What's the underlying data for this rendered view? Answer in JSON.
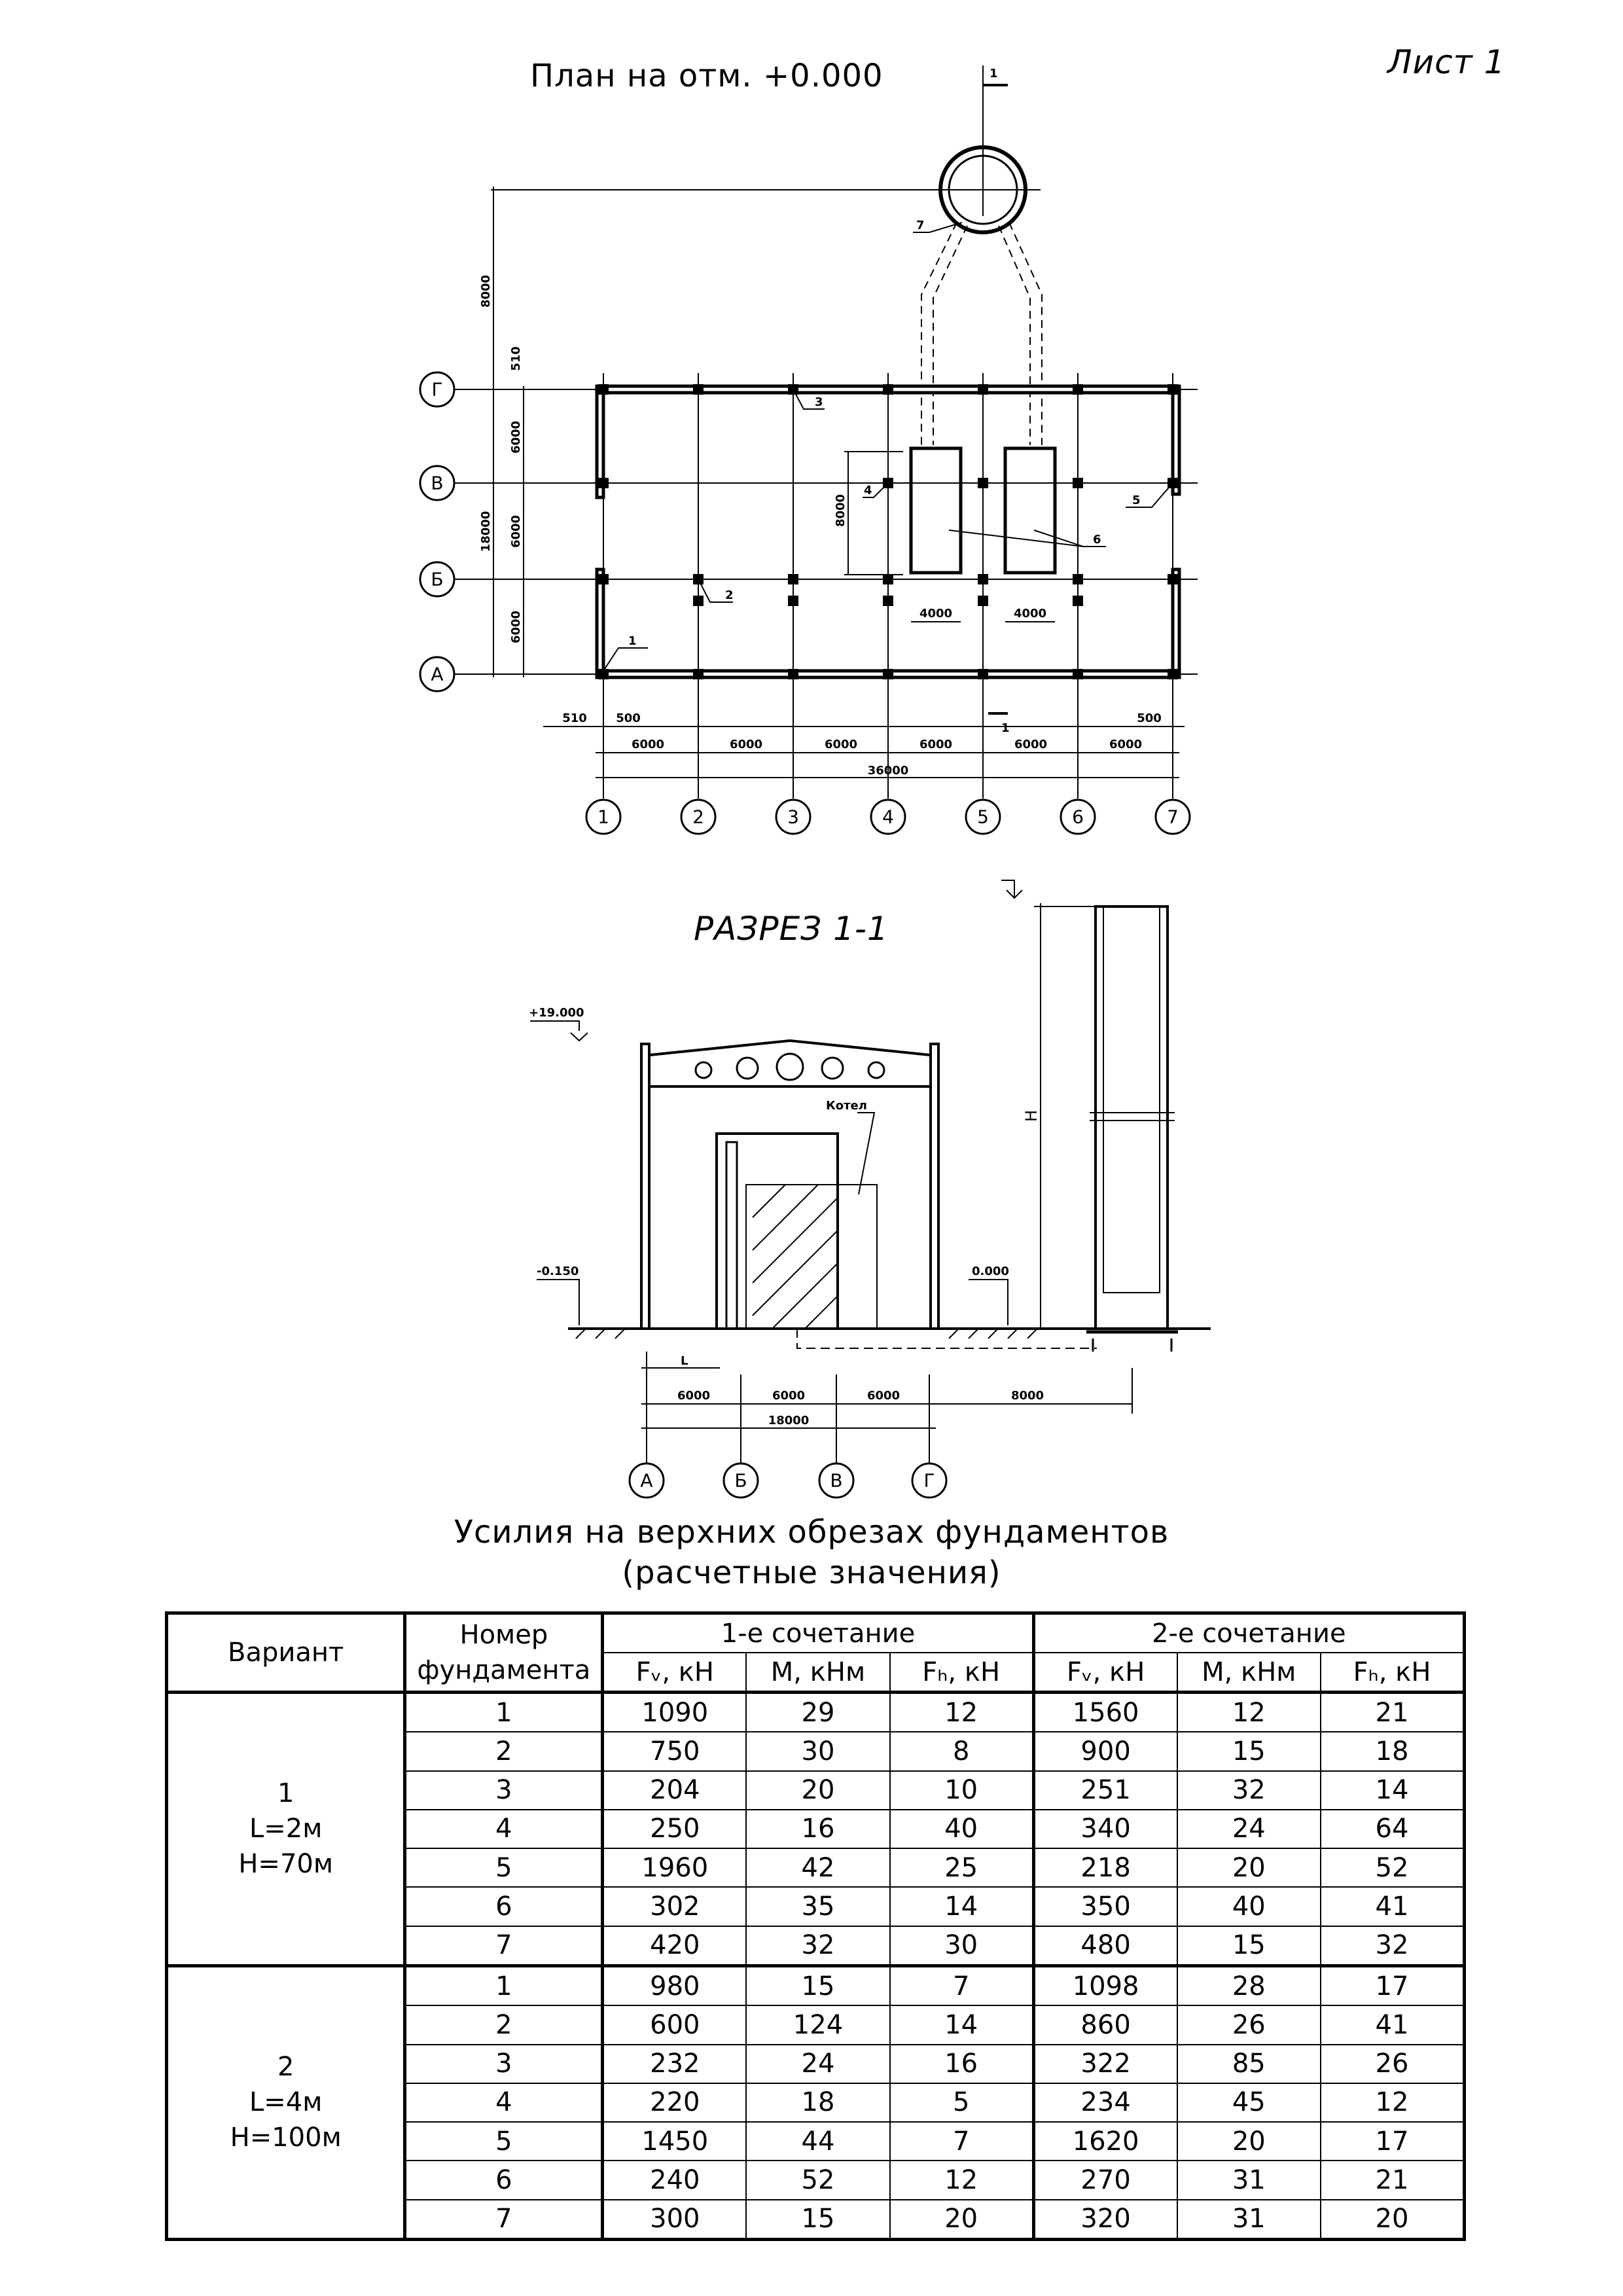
{
  "sheet": {
    "label": "Лист 1"
  },
  "plan": {
    "title": "План на отм. +0.000",
    "section_mark": "1",
    "row_axes": [
      "Г",
      "В",
      "Б",
      "А"
    ],
    "col_axes": [
      "1",
      "2",
      "3",
      "4",
      "5",
      "6",
      "7"
    ],
    "dims": {
      "chimney_offset": "8000",
      "edge_510_top": "510",
      "row_span": "6000",
      "total_rows": "18000",
      "equipment_len": "8000",
      "equipment_w": "4000",
      "edge_510_left": "510",
      "edge_500": "500",
      "bay": "6000",
      "total_cols": "36000"
    },
    "callouts": [
      "1",
      "2",
      "3",
      "4",
      "5",
      "6",
      "7"
    ]
  },
  "section": {
    "title": "РАЗРЕЗ 1-1",
    "elev_top": "+19.000",
    "elev_floor": "-0.150",
    "elev_ground": "0.000",
    "boiler_label": "Котел",
    "height_label": "Н",
    "length_label": "L",
    "axes": [
      "А",
      "Б",
      "В",
      "Г"
    ],
    "dims": {
      "bay": "6000",
      "total": "18000",
      "chimney": "8000"
    }
  },
  "table": {
    "title_line1": "Усилия на верхних обрезах фундаментов",
    "title_line2": "(расчетные значения)",
    "header": {
      "variant": "Вариант",
      "foundation_line1": "Номер",
      "foundation_line2": "фундамента",
      "combo1": "1-е сочетание",
      "combo2": "2-е сочетание",
      "fv": "Fᵥ, кН",
      "m": "М, кНм",
      "fh": "Fₕ, кН"
    },
    "variants": [
      {
        "label_line1": "1",
        "label_line2": "L=2м",
        "label_line3": "H=70м",
        "rows": [
          [
            "1",
            "1090",
            "29",
            "12",
            "1560",
            "12",
            "21"
          ],
          [
            "2",
            "750",
            "30",
            "8",
            "900",
            "15",
            "18"
          ],
          [
            "3",
            "204",
            "20",
            "10",
            "251",
            "32",
            "14"
          ],
          [
            "4",
            "250",
            "16",
            "40",
            "340",
            "24",
            "64"
          ],
          [
            "5",
            "1960",
            "42",
            "25",
            "218",
            "20",
            "52"
          ],
          [
            "6",
            "302",
            "35",
            "14",
            "350",
            "40",
            "41"
          ],
          [
            "7",
            "420",
            "32",
            "30",
            "480",
            "15",
            "32"
          ]
        ]
      },
      {
        "label_line1": "2",
        "label_line2": "L=4м",
        "label_line3": "H=100м",
        "rows": [
          [
            "1",
            "980",
            "15",
            "7",
            "1098",
            "28",
            "17"
          ],
          [
            "2",
            "600",
            "124",
            "14",
            "860",
            "26",
            "41"
          ],
          [
            "3",
            "232",
            "24",
            "16",
            "322",
            "85",
            "26"
          ],
          [
            "4",
            "220",
            "18",
            "5",
            "234",
            "45",
            "12"
          ],
          [
            "5",
            "1450",
            "44",
            "7",
            "1620",
            "20",
            "17"
          ],
          [
            "6",
            "240",
            "52",
            "12",
            "270",
            "31",
            "21"
          ],
          [
            "7",
            "300",
            "15",
            "20",
            "320",
            "31",
            "20"
          ]
        ]
      }
    ]
  }
}
